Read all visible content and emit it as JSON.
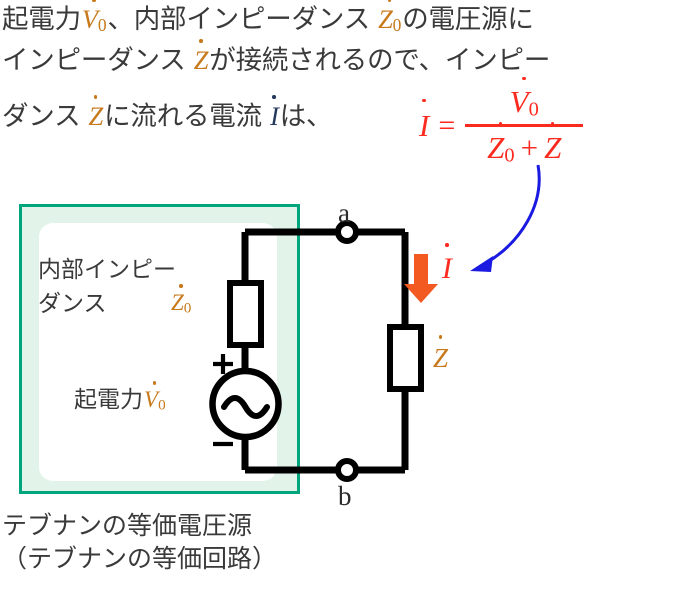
{
  "explanation": {
    "line1_pre": "起電力",
    "line1_v": "V",
    "line1_v_sub": "0",
    "line1_mid": "、内部インピーダンス ",
    "line1_z": "Z",
    "line1_z_sub": "0",
    "line1_post": "の電圧源に",
    "line2_pre": "インピーダンス ",
    "line2_z": "Z",
    "line2_post": "が接続されるので、インピー",
    "line3_pre": "ダンス ",
    "line3_z": "Z",
    "line3_mid": "に流れる電流 ",
    "line3_i": "I",
    "line3_post": "は、"
  },
  "formula": {
    "lhs": "I",
    "equals": "=",
    "numerator": "V",
    "numerator_sub": "0",
    "den_left": "Z",
    "den_left_sub": "0",
    "den_plus": "+",
    "den_right": "Z",
    "color": "#fc2b20"
  },
  "circuit": {
    "internal_impedance_label_line1": "内部インピー",
    "internal_impedance_label_line2": "ダンス",
    "z0_symbol": "Z",
    "z0_sub": "0",
    "emf_label": "起電力",
    "emf_symbol": "V",
    "emf_sub": "0",
    "source_plus": "+",
    "source_minus": "−",
    "load_symbol": "Z",
    "current_symbol": "I",
    "terminal_a": "a",
    "terminal_b": "b",
    "box_border_color": "#00a57e",
    "box_fill_color": "#e2f3ea",
    "current_arrow_color": "#f25a22",
    "callout_arrow_color": "#1a1ae0"
  },
  "caption": {
    "text": "テブナンの等価電圧源\n（テブナンの等価回路）"
  }
}
